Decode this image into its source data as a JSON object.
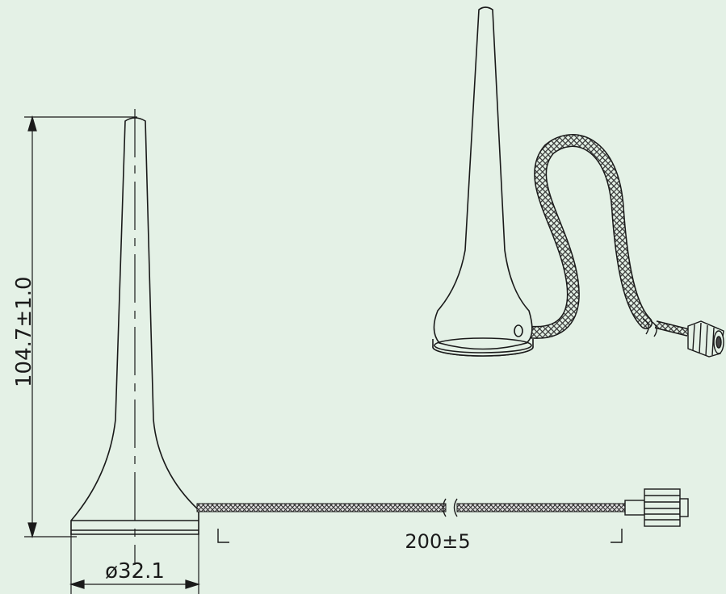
{
  "drawing": {
    "height_dimension": "104.7±1.0",
    "diameter_dimension": "ø32.1",
    "cable_length_dimension": "200±5"
  },
  "colors": {
    "background": "#e4f1e6",
    "line": "#1a1a1a",
    "cable_braid": "#555555"
  },
  "icons": [
    "sma-connector-icon",
    "magnetic-base-antenna-icon",
    "cable-break-icon"
  ]
}
